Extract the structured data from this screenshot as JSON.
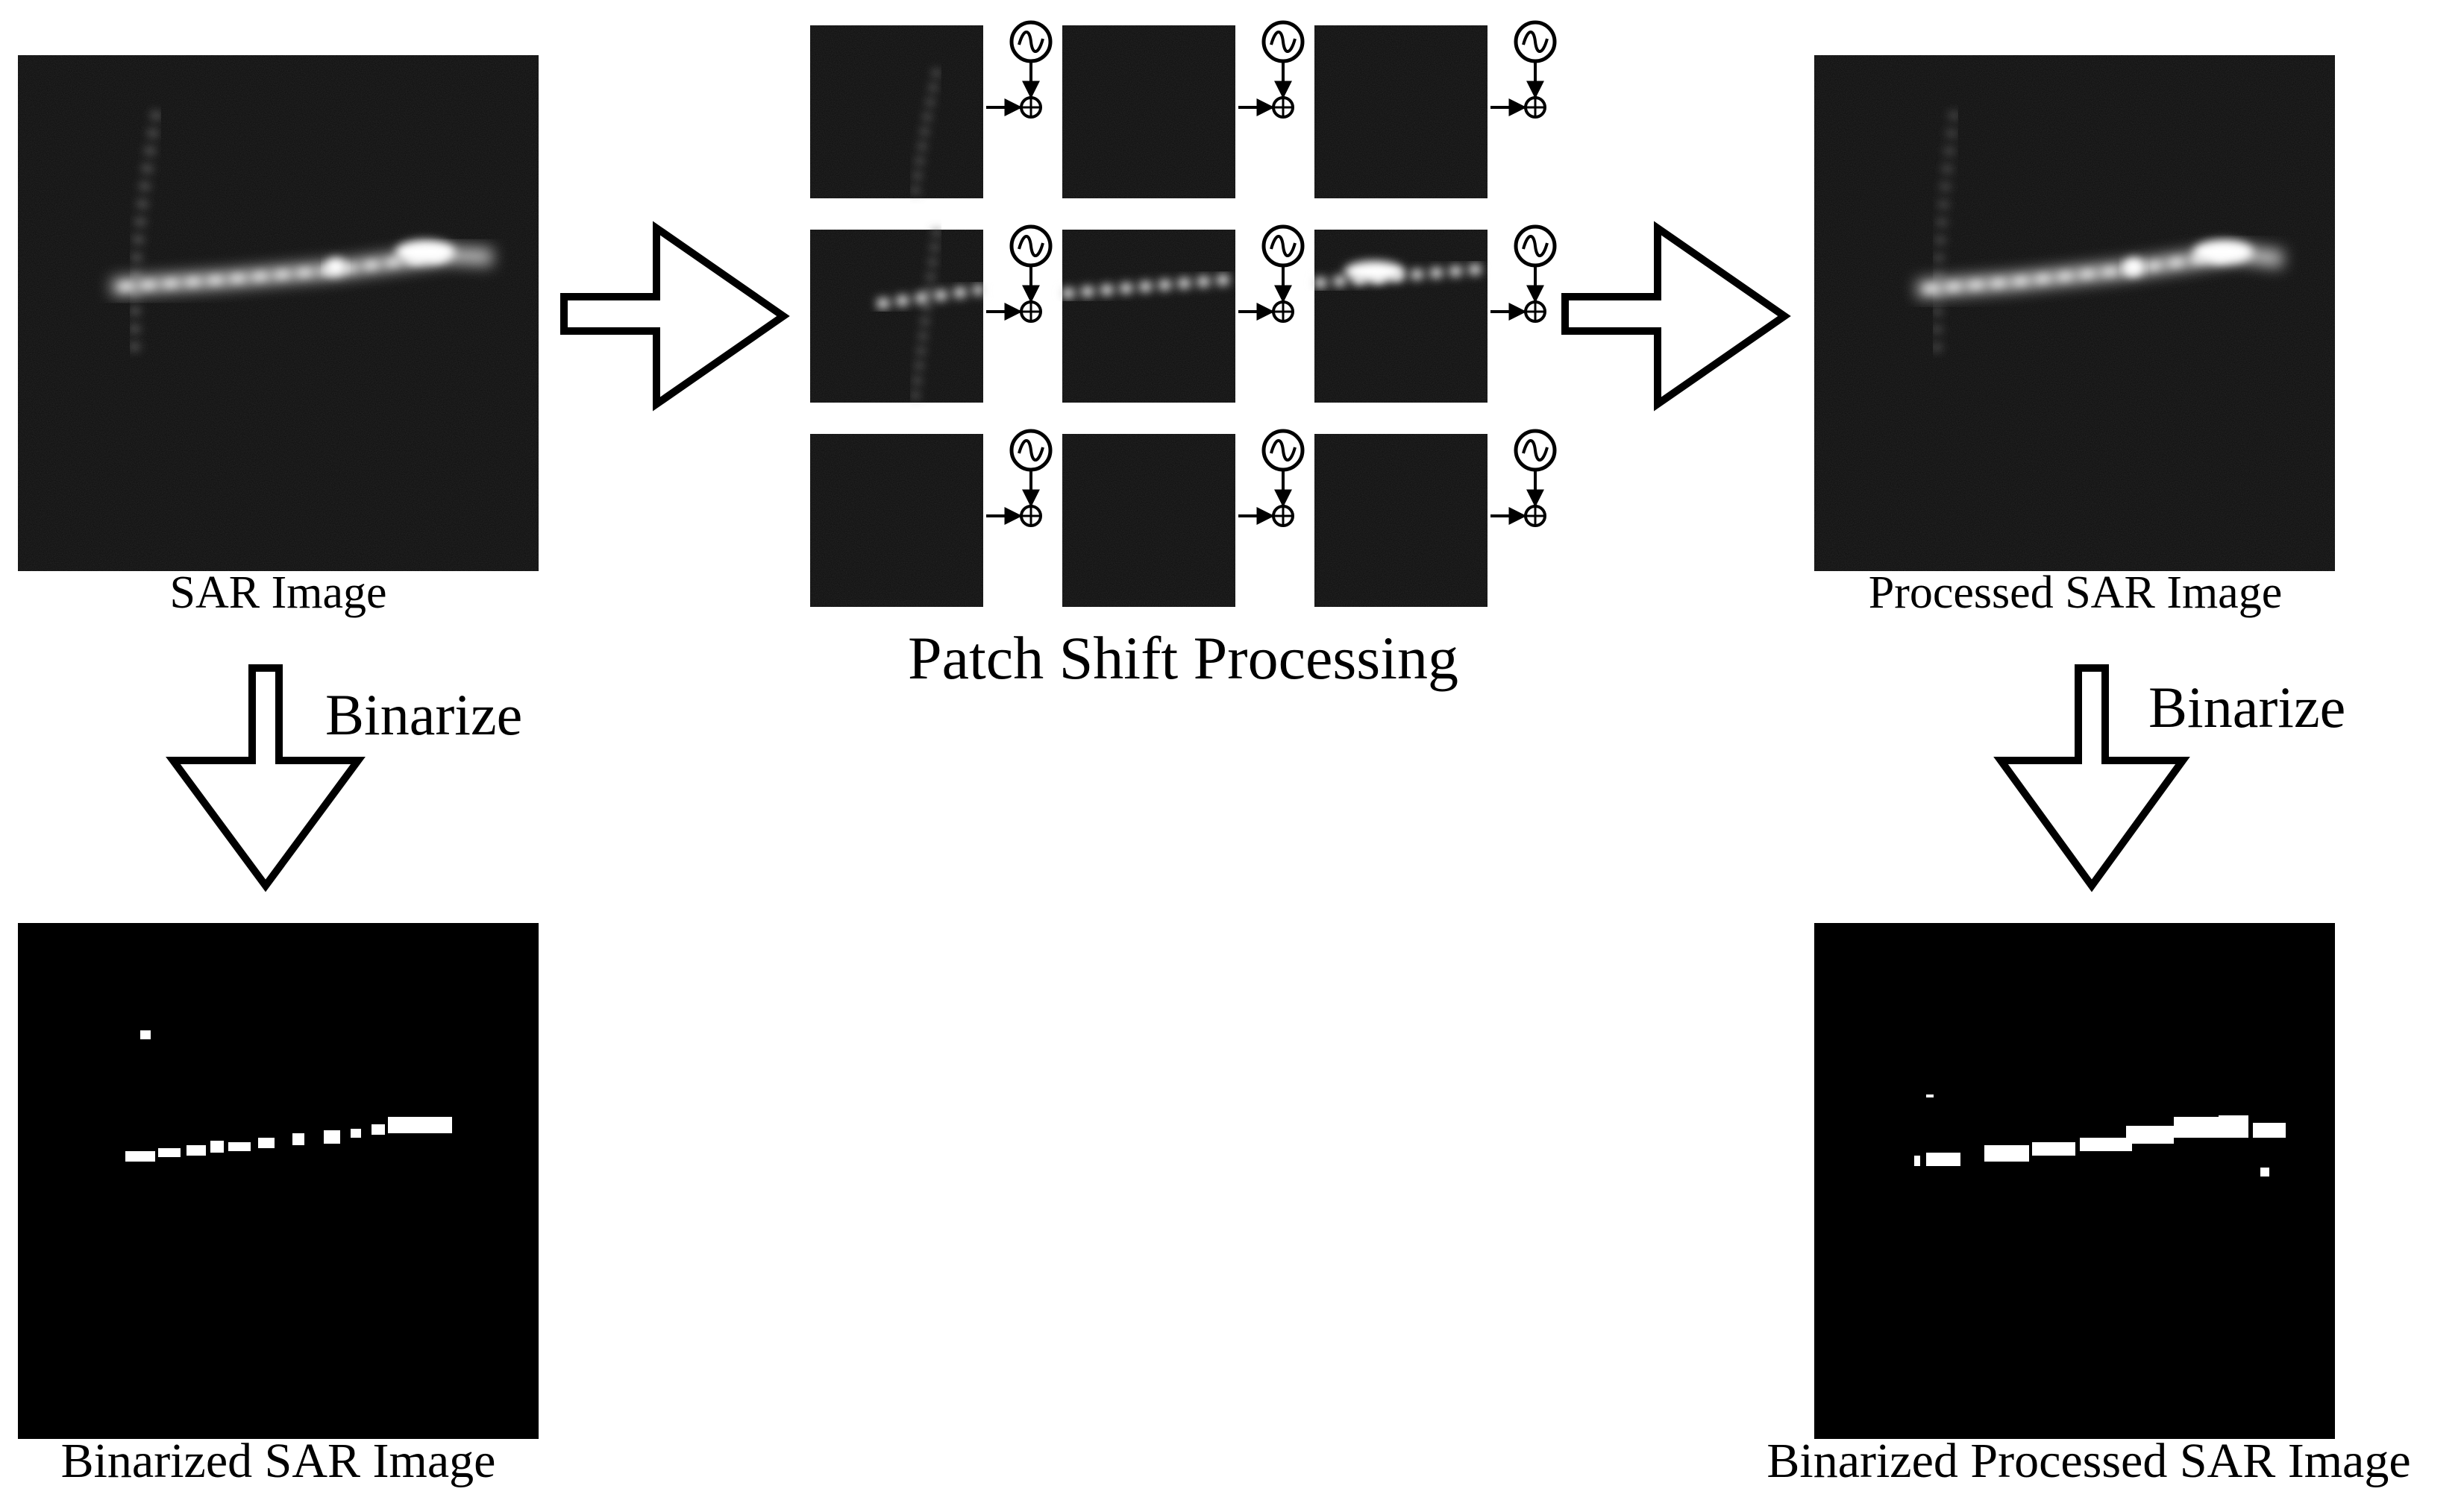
{
  "labels": {
    "sar_image": "SAR Image",
    "binarize_left": "Binarize",
    "binarized_sar_image": "Binarized SAR Image",
    "patch_shift_processing": "Patch Shift Processing",
    "processed_sar_image": "Processed SAR Image",
    "binarize_right": "Binarize",
    "binarized_processed_sar_image": "Binarized Processed SAR Image"
  },
  "patch_grid": {
    "rows": 3,
    "cols": 3
  },
  "operations": {
    "oscillator_symbol": "~",
    "adder_symbol": "⊕"
  },
  "colors": {
    "background": "#ffffff",
    "image_background": "#0b0b0b",
    "line": "#000000",
    "signal": "#e8e8e8"
  }
}
